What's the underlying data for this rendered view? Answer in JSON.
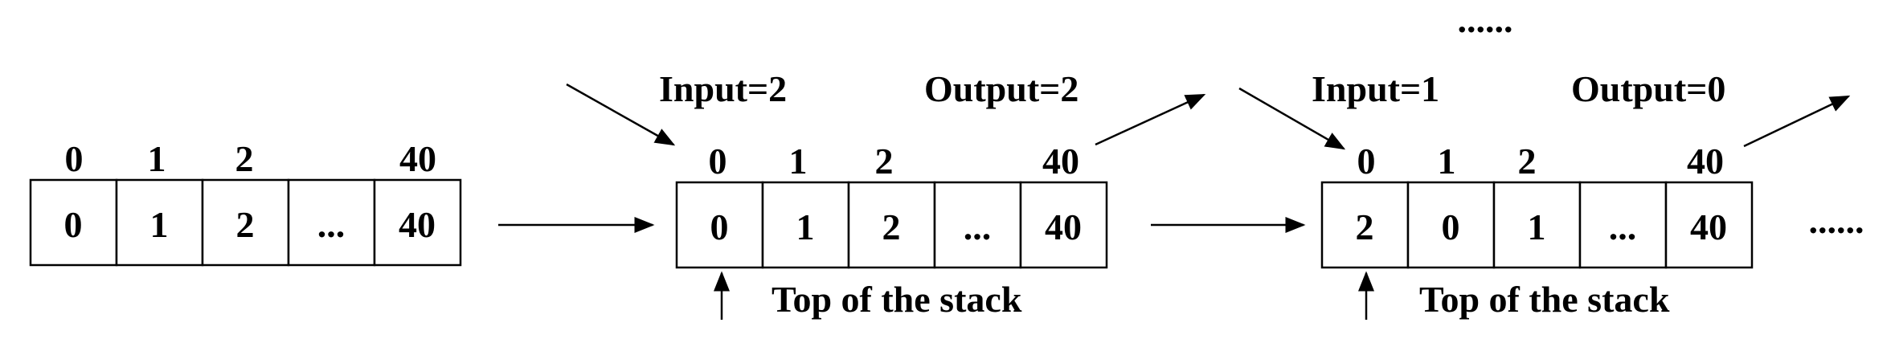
{
  "stacks": [
    {
      "index_labels": [
        "0",
        "1",
        "2",
        "40"
      ],
      "cells": [
        "0",
        "1",
        "2",
        "...",
        "40"
      ]
    },
    {
      "input_label": "Input=2",
      "output_label": "Output=2",
      "index_labels": [
        "0",
        "1",
        "2",
        "40"
      ],
      "cells": [
        "0",
        "1",
        "2",
        "...",
        "40"
      ],
      "top_label": "Top of the stack"
    },
    {
      "input_label": "Input=1",
      "output_label": "Output=0",
      "index_labels": [
        "0",
        "1",
        "2",
        "40"
      ],
      "cells": [
        "2",
        "0",
        "1",
        "...",
        "40"
      ],
      "top_label": "Top of the stack"
    }
  ],
  "ellipsis_top": "......",
  "ellipsis_right": "......"
}
